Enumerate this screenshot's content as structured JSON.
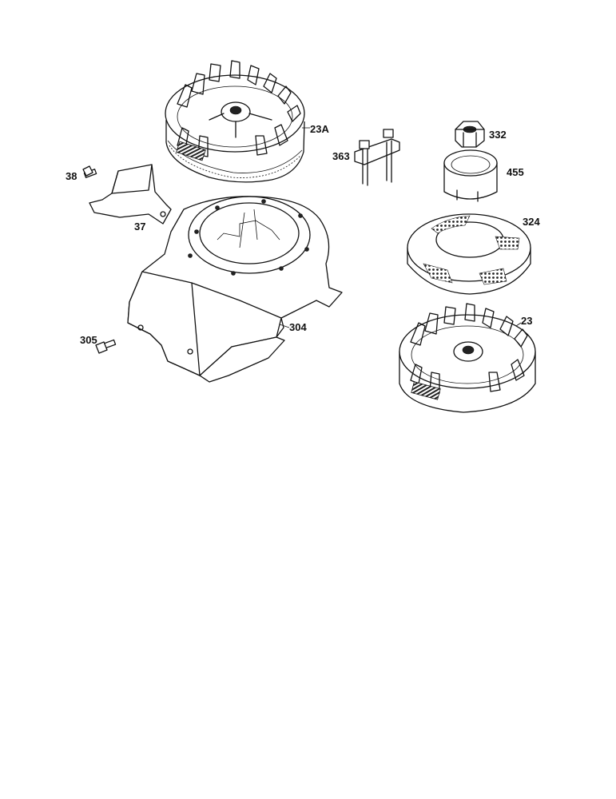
{
  "parts": {
    "p23A": "23A",
    "p38": "38",
    "p37": "37",
    "p363": "363",
    "p332": "332",
    "p455": "455",
    "p324": "324",
    "p304": "304",
    "p305": "305",
    "p23": "23"
  }
}
